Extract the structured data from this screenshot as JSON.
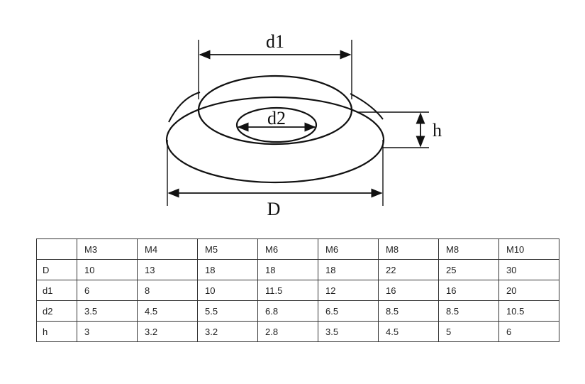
{
  "diagram": {
    "labels": {
      "d1": "d1",
      "d2": "d2",
      "h": "h",
      "D": "D"
    }
  },
  "table": {
    "corner": "",
    "columns": [
      "M3",
      "M4",
      "M5",
      "M6",
      "M6",
      "M8",
      "M8",
      "M10"
    ],
    "rows": [
      {
        "label": "D",
        "values": [
          "10",
          "13",
          "18",
          "18",
          "18",
          "22",
          "25",
          "30"
        ]
      },
      {
        "label": "d1",
        "values": [
          "6",
          "8",
          "10",
          "11.5",
          "12",
          "16",
          "16",
          "20"
        ]
      },
      {
        "label": "d2",
        "values": [
          "3.5",
          "4.5",
          "5.5",
          "6.8",
          "6.5",
          "8.5",
          "8.5",
          "10.5"
        ]
      },
      {
        "label": "h",
        "values": [
          "3",
          "3.2",
          "3.2",
          "2.8",
          "3.5",
          "4.5",
          "5",
          "6"
        ]
      }
    ]
  }
}
